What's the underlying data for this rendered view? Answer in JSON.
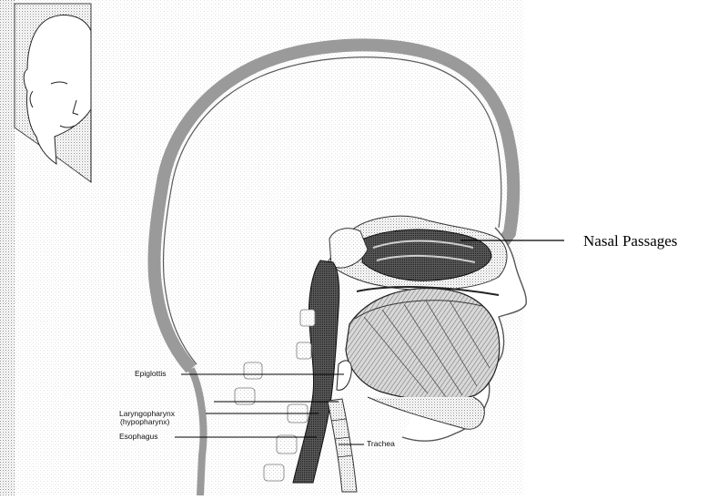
{
  "callout": {
    "text": "Nasal Passages"
  },
  "labels": {
    "epiglottis": "Epiglottis",
    "laryngopharynx": "Laryngopharynx",
    "hypopharynx": "(hypopharynx)",
    "esophagus": "Esophagus",
    "trachea": "Trachea"
  },
  "colors": {
    "background": "#ffffff",
    "ink": "#000000",
    "shading": "#9a9a9a",
    "dark_cavity": "#2b2b2b"
  }
}
